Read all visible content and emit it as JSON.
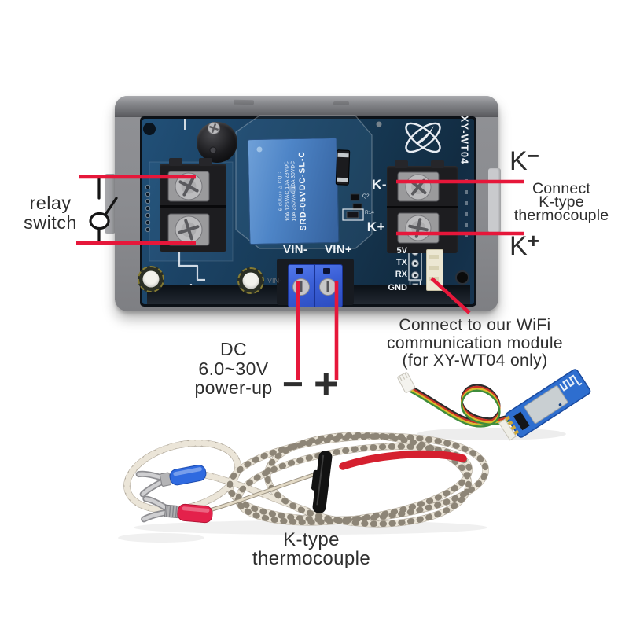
{
  "colors": {
    "annotation_red": "#e6173a",
    "pcb_blue": "#16334e",
    "case_gray": "#919296",
    "relay_blue": "#4e85c7",
    "terminal_blue": "#3a63d6"
  },
  "annotations": {
    "relay_switch": {
      "line1": "relay",
      "line2": "switch"
    },
    "k_minus": {
      "base": "K",
      "sign": "−"
    },
    "k_plus": {
      "base": "K",
      "sign": "+"
    },
    "connect_thermocouple": {
      "line1": "Connect",
      "line2": "K-type",
      "line3": "thermocouple"
    },
    "dc_power": {
      "line1": "DC",
      "line2": "6.0~30V",
      "line3": "power-up",
      "minus": "−",
      "plus": "+"
    },
    "wifi_module": {
      "line1": "Connect to our WiFi",
      "line2": "communication module",
      "line3": "(for XY-WT04 only)"
    },
    "k_type_thermocouple": {
      "line1": "K-type",
      "line2": "thermocouple"
    }
  },
  "board": {
    "model": "XY-WT04",
    "silkscreen": {
      "k_minus": "K-",
      "k_plus": "K+",
      "vin_minus": "VIN-",
      "vin_plus": "VIN+",
      "vin_small": "VIN-",
      "pin_5v": "5V",
      "pin_tx": "TX",
      "pin_rx": "RX",
      "pin_gnd": "GND",
      "q2": "Q2",
      "r14": "R14"
    },
    "relay": {
      "certs": "6  cULus  △  CQC",
      "rating1": "10A 125VAC  10A 28VDC",
      "rating2": "10A 250VAC  10A 30VDC",
      "model": "SRD-05VDC-SL-C"
    }
  }
}
